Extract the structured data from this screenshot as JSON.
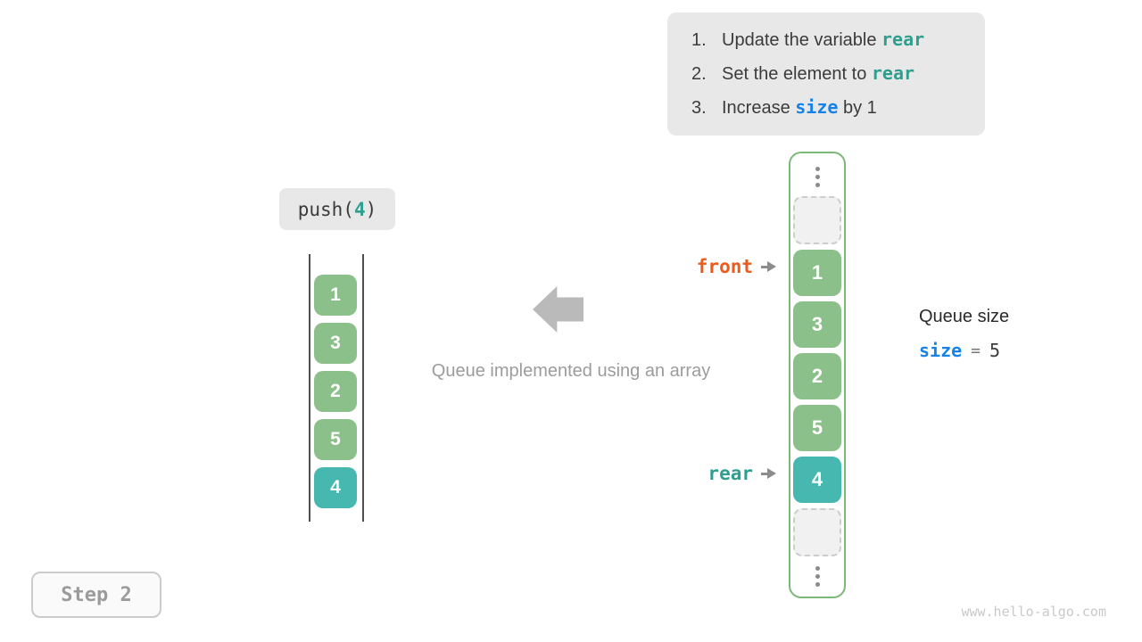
{
  "instructions": {
    "items": [
      {
        "num": "1.",
        "parts": [
          {
            "text": "Update the variable ",
            "style": "plain"
          },
          {
            "text": "rear",
            "style": "code-teal"
          }
        ]
      },
      {
        "num": "2.",
        "parts": [
          {
            "text": "Set the element to ",
            "style": "plain"
          },
          {
            "text": "rear",
            "style": "code-teal"
          }
        ]
      },
      {
        "num": "3.",
        "parts": [
          {
            "text": "Increase ",
            "style": "plain"
          },
          {
            "text": "size",
            "style": "code-blue"
          },
          {
            "text": " by 1",
            "style": "plain"
          }
        ]
      }
    ]
  },
  "push_label": {
    "prefix": "push(",
    "arg": "4",
    "suffix": ")"
  },
  "left_stack": {
    "cells": [
      {
        "value": "1",
        "color": "green"
      },
      {
        "value": "3",
        "color": "green"
      },
      {
        "value": "2",
        "color": "green"
      },
      {
        "value": "5",
        "color": "green"
      },
      {
        "value": "4",
        "color": "teal"
      }
    ]
  },
  "caption": "Queue implemented using an array",
  "array": {
    "cells": [
      {
        "type": "ellipsis"
      },
      {
        "type": "empty"
      },
      {
        "type": "value",
        "value": "1",
        "color": "green"
      },
      {
        "type": "value",
        "value": "3",
        "color": "green"
      },
      {
        "type": "value",
        "value": "2",
        "color": "green"
      },
      {
        "type": "value",
        "value": "5",
        "color": "green"
      },
      {
        "type": "value",
        "value": "4",
        "color": "teal"
      },
      {
        "type": "empty"
      },
      {
        "type": "ellipsis"
      }
    ]
  },
  "pointers": {
    "front_label": "front",
    "rear_label": "rear"
  },
  "queue_size": {
    "title": "Queue size",
    "var": "size",
    "equals": "=",
    "value": "5"
  },
  "step_badge": "Step 2",
  "watermark": "www.hello-algo.com",
  "colors": {
    "green": "#8cc08a",
    "teal": "#47b8b0",
    "code_teal": "#2f9e8e",
    "code_blue": "#1482e6",
    "front_orange": "#ec5a1e",
    "panel_gray": "#e8e8e8",
    "array_border_green": "#7cb877",
    "arrow_gray": "#bababa"
  }
}
